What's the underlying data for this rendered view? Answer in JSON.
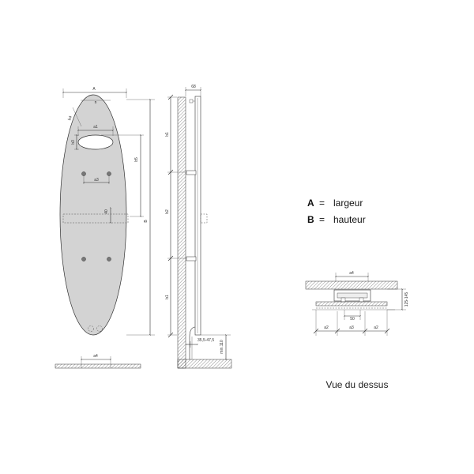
{
  "legend": {
    "a_key": "A",
    "a_eq": "=",
    "a_text": "largeur",
    "b_key": "B",
    "b_eq": "=",
    "b_text": "hauteur"
  },
  "caption": "Vue du dessus",
  "front_labels": {
    "A": "A",
    "B": "B",
    "b4": "b4",
    "a1": "a1",
    "b3": "b3",
    "b5": "b5",
    "a3": "a3",
    "d40": "40",
    "a4": "a4"
  },
  "side_labels": {
    "d68": "68",
    "b1_top": "b1",
    "b2": "b2",
    "b1_bottom": "b1",
    "d355": "35,5-47,5",
    "min110": "min.110"
  },
  "top_labels": {
    "a4": "a4",
    "d125": "125-145",
    "d50": "50",
    "a2_left": "a2",
    "a3": "a3",
    "a2_right": "a2"
  },
  "colors": {
    "panel_fill": "#d3d3d3",
    "hatch": "#444444",
    "line": "#333333"
  }
}
